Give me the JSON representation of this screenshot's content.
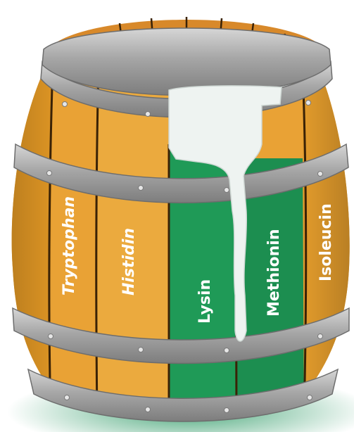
{
  "diagram": {
    "staves": [
      {
        "label": "Tryptophan",
        "color": "#e9a235",
        "style": "italic"
      },
      {
        "label": "Histidin",
        "color": "#e9a235",
        "style": "italic"
      },
      {
        "label": "Lysin",
        "color": "#1f9a57",
        "style": "normal"
      },
      {
        "label": "Methionin",
        "color": "#1f9a57",
        "style": "normal"
      },
      {
        "label": "Isoleucin",
        "color": "#e9a235",
        "style": "normal"
      }
    ],
    "colors": {
      "wood": "#e9a235",
      "wood_dark": "#c97d1a",
      "green": "#1f9a57",
      "hoop": "#9b9b9b",
      "hoop_light": "#c8c8c8",
      "liquid": "#eef3f1",
      "ground": "#2f9a66"
    },
    "icons": [
      "barrel-icon",
      "liquid-overflow-icon"
    ]
  }
}
